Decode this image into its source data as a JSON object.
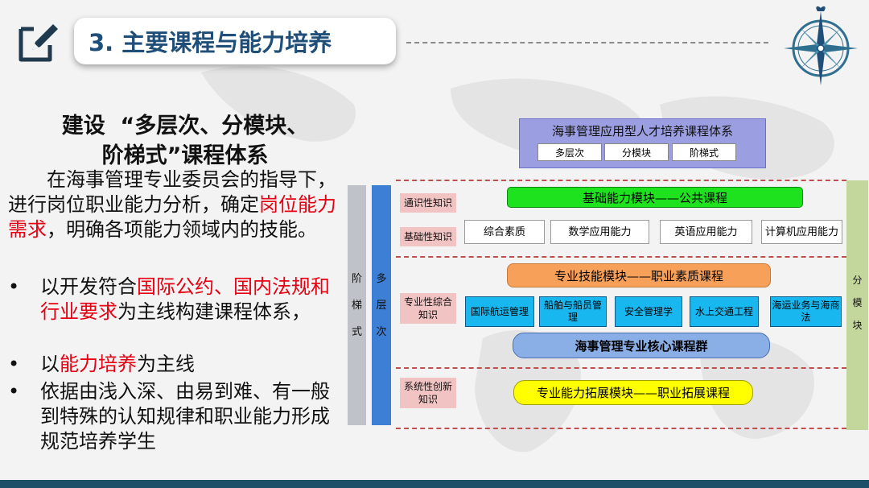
{
  "header": {
    "title": "3. 主要课程与能力培养"
  },
  "left": {
    "heading_line1": "建设  “多层次、分模块、",
    "heading_line2": "阶梯式”课程体系",
    "para_part1": "在海事管理专业委员会的指导下，进行岗位职业能力分析，确定",
    "para_red": "岗位能力需求",
    "para_part2": "，明确各项能力领域内的技能。",
    "bullets": [
      {
        "dot": "•",
        "pre": "以开发符合",
        "red": "国际公约、国内法规和行业要求",
        "post": "为主线构建课程体系，"
      },
      {
        "dot": "•",
        "pre": "以",
        "red": "能力培养",
        "post": "为主线"
      },
      {
        "dot": "•",
        "pre": "依据由浅入深、由易到难、有一般到特殊的认知规律和职业能力形成规范培养学生",
        "red": "",
        "post": ""
      }
    ]
  },
  "diagram": {
    "system_title": "海事管理应用型人才培养课程体系",
    "system_subs": [
      "多层次",
      "分模块",
      "阶梯式"
    ],
    "left_bar1": [
      "阶",
      "梯",
      "式"
    ],
    "left_bar2": [
      "多",
      "层",
      "次"
    ],
    "right_bar": [
      "分",
      "模",
      "块"
    ],
    "knowledge_labels": [
      "通识性知识",
      "基础性知识",
      "专业性综合知识",
      "系统性创新知识"
    ],
    "basic_module": "基础能力模块——公共课程",
    "basic_items": [
      "综合素质",
      "数学应用能力",
      "英语应用能力",
      "计算机应用能力"
    ],
    "skill_module": "专业技能模块——职业素质课程",
    "skill_items": [
      "国际航运管理",
      "船舶与船员管理",
      "安全管理学",
      "水上交通工程",
      "海运业务与海商法"
    ],
    "core_module": "海事管理专业核心课程群",
    "ext_module": "专业能力拓展模块——职业拓展课程"
  },
  "colors": {
    "title": "#1f4e79",
    "accent_red": "#e60012",
    "footer": "#1d4f68"
  }
}
